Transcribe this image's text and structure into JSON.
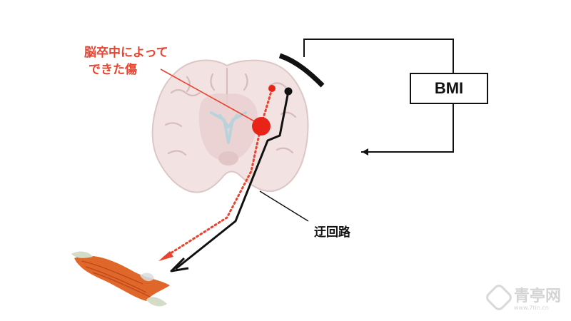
{
  "labels": {
    "lesion": [
      "脳卒中によって",
      "できた傷"
    ],
    "bypass": "迂回路"
  },
  "bmi_box": {
    "label": "BMI"
  },
  "watermark": {
    "text": "青亭网",
    "url": "www.7tin.cn"
  },
  "colors": {
    "red": "#e8432e",
    "black": "#111111",
    "brain_pink": "#f1dede",
    "muscle_orange": "#e0672a"
  }
}
